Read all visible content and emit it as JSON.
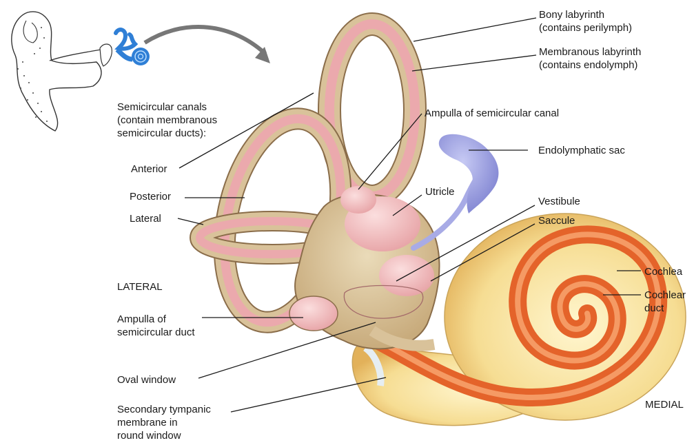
{
  "labels": {
    "bony_labyrinth": "Bony labyrinth\n(contains perilymph)",
    "membranous_labyrinth": "Membranous labyrinth\n(contains endolymph)",
    "semicircular_canals": "Semicircular canals\n(contain membranous\nsemicircular ducts):",
    "anterior": "Anterior",
    "posterior": "Posterior",
    "lateral_canal": "Lateral",
    "ampulla_canal": "Ampulla of semicircular canal",
    "endolymphatic_sac": "Endolymphatic sac",
    "utricle": "Utricle",
    "vestibule": "Vestibule",
    "saccule": "Saccule",
    "lateral_side": "LATERAL",
    "cochlea": "Cochlea",
    "cochlear_duct": "Cochlear\nduct",
    "ampulla_duct": "Ampulla of\nsemicircular duct",
    "oval_window": "Oval window",
    "round_window": "Secondary tympanic\nmembrane in\nround window",
    "medial_side": "MEDIAL"
  },
  "colors": {
    "bone": "#d9c29a",
    "bone_edge": "#8a6d4a",
    "membrane": "#f2b8b8",
    "sac": "#9a9ee0",
    "cochlea_outer": "#f5dc8e",
    "cochlea_duct": "#e4632a",
    "inset_blue": "#2f7fd6"
  }
}
